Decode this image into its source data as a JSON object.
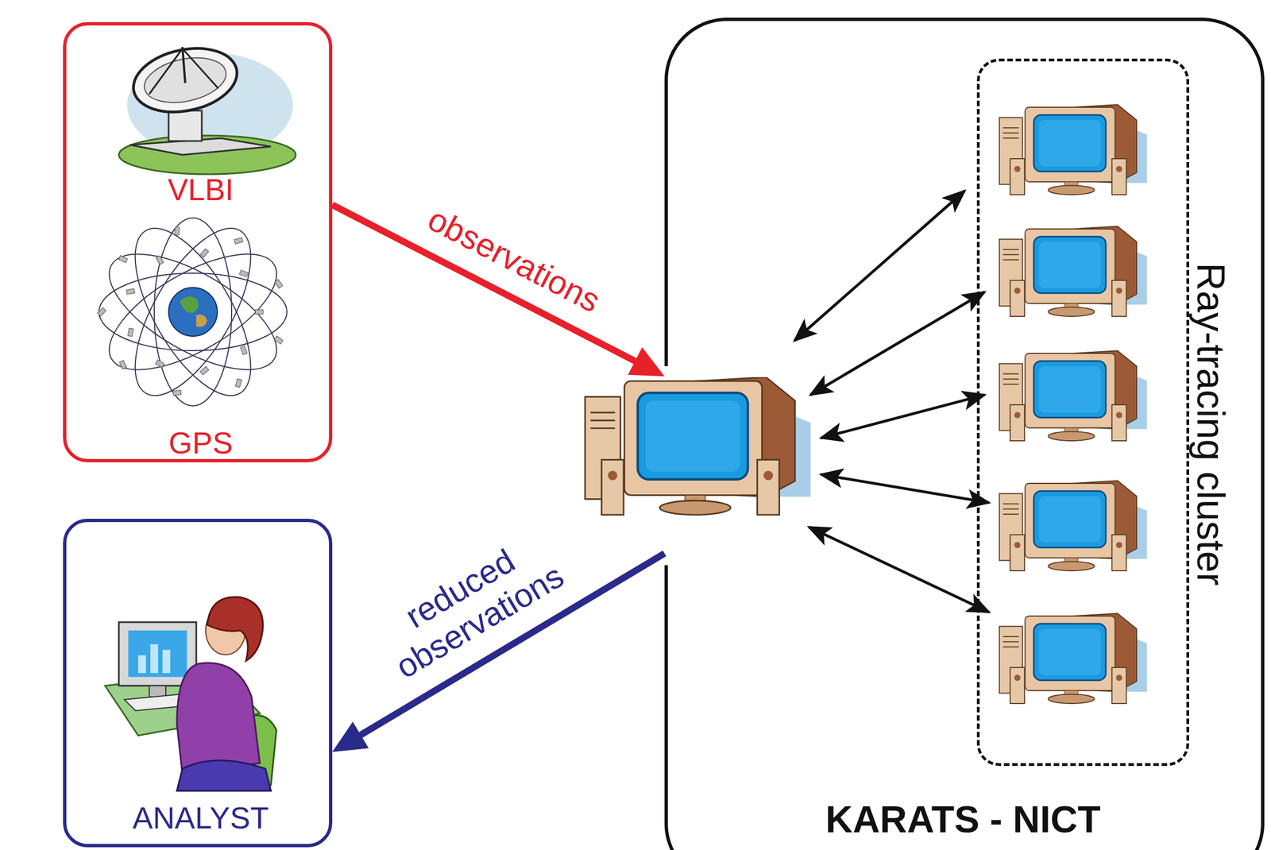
{
  "diagram": {
    "nodes": [
      {
        "text": [
          "VLBI",
          "GPS"
        ]
      },
      {
        "text": [
          "ANALYST"
        ]
      },
      {
        "text": [
          "KARATS - NICT"
        ]
      },
      {
        "text": [
          "Ray-tracing cluster"
        ],
        "in": 2
      }
    ],
    "edges": [
      {
        "from": 0,
        "to": 2,
        "label": "observations",
        "arrow": "to"
      },
      {
        "from": 2,
        "to": 1,
        "label": "reduced observations",
        "arrow": "to"
      }
    ]
  }
}
